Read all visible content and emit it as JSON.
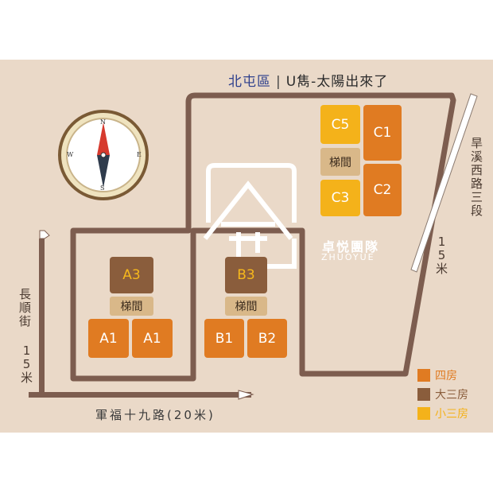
{
  "title": {
    "district": "北屯區",
    "separator": "|",
    "project": "U雋-太陽出來了"
  },
  "roads": {
    "right": {
      "chars": [
        "旱",
        "溪",
        "西",
        "路",
        "三",
        "段"
      ],
      "width_chars": [
        "1",
        "5",
        "米"
      ]
    },
    "left": {
      "chars": [
        "長",
        "順",
        "街"
      ],
      "width_chars": [
        "1",
        "5",
        "米"
      ]
    },
    "bottom": "軍福十九路(20米)"
  },
  "compass": {
    "n": "N",
    "s": "S",
    "e": "E",
    "w": "W"
  },
  "logo": {
    "chinese": "卓悦團隊",
    "english": "ZHUOYUE"
  },
  "units": {
    "A3": "A3",
    "A1_left": "A1",
    "A1_right": "A1",
    "B3": "B3",
    "B1": "B1",
    "B2": "B2",
    "C5": "C5",
    "C3": "C3",
    "C1": "C1",
    "C2": "C2"
  },
  "stairs": {
    "a": "梯間",
    "b": "梯間",
    "c": "梯間"
  },
  "legend": [
    {
      "label": "四房",
      "color": "#e07b22"
    },
    {
      "label": "大三房",
      "color": "#8a5d3c"
    },
    {
      "label": "小三房",
      "color": "#f4b21a"
    }
  ]
}
